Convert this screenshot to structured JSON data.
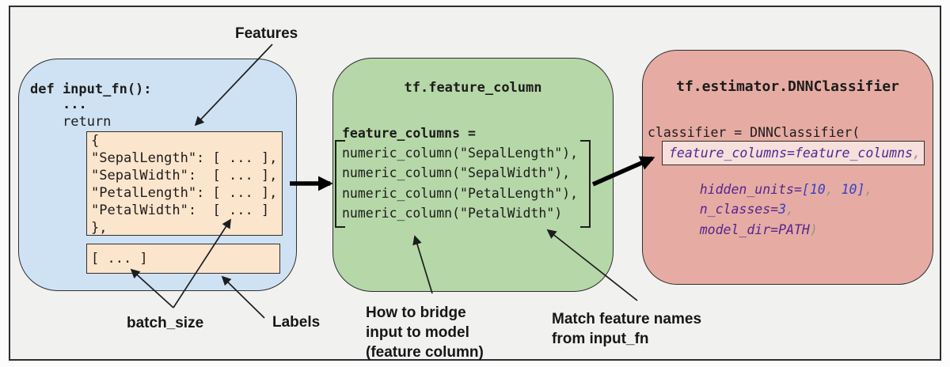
{
  "colors": {
    "canvas_bg": "#f1f2f0",
    "blue_box": "#cfe2f3",
    "green_box": "#b6d7a8",
    "red_box": "#e6aca3",
    "orange_box": "#fce5cd",
    "highlight_box": "#f7e0dc",
    "code_purple": "#55258f",
    "code_blue": "#3340cc",
    "code_gray": "#98918d",
    "ink": "#1c1c1c"
  },
  "annotations": {
    "features": "Features",
    "batch_size": "batch_size",
    "labels": "Labels",
    "bridge": "How to bridge\ninput to model\n(feature column)",
    "match": "Match feature names\nfrom input_fn"
  },
  "input_fn_box": {
    "def_line": "def input_fn():",
    "ellipsis_line": "...",
    "return_line": "return",
    "features_dict": "{\n\"SepalLength\": [ ... ],\n\"SepalWidth\":  [ ... ],\n\"PetalLength\": [ ... ],\n\"PetalWidth\":  [ ... ]\n},",
    "labels_value": "[ ... ]"
  },
  "feature_column_box": {
    "title": "tf.feature_column",
    "assign_line": "feature_columns =",
    "columns": "numeric_column(\"SepalLength\"),\nnumeric_column(\"SepalWidth\"),\nnumeric_column(\"PetalLength\"),\nnumeric_column(\"PetalWidth\")"
  },
  "estimator_box": {
    "title": "tf.estimator.DNNClassifier",
    "call_line": "classifier = DNNClassifier(",
    "arg_feature_columns": {
      "code": "feature_columns=feature_columns",
      "comma": ","
    },
    "arg_hidden_units": {
      "name": "hidden_units=",
      "val1": "[10",
      "sep": ", ",
      "val2": "10]",
      "comma": ","
    },
    "arg_n_classes": {
      "name": "n_classes=",
      "value": "3",
      "comma": ","
    },
    "arg_model_dir": {
      "name": "model_dir=PATH",
      "paren": ")"
    }
  }
}
